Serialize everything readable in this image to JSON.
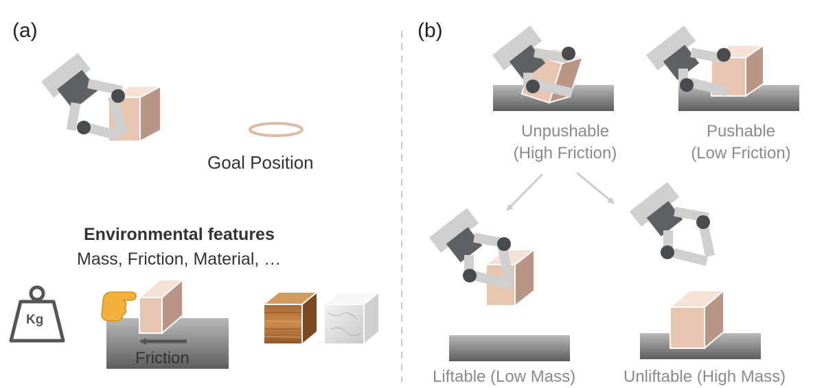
{
  "panel_a": {
    "letter": "(a)",
    "goal_label": "Goal Position",
    "features_title": "Environmental features",
    "features_list": "Mass, Friction, Material, …",
    "kg_label": "Kg",
    "friction_label": "Friction",
    "icons": [
      "gripper-icon",
      "goal-ring-icon",
      "weight-icon",
      "pointing-hand-icon",
      "wood-cube-icon",
      "marble-cube-icon"
    ]
  },
  "panel_b": {
    "letter": "(b)",
    "unpushable": {
      "line1": "Unpushable",
      "line2": "(High Friction)"
    },
    "pushable": {
      "line1": "Pushable",
      "line2": "(Low Friction)"
    },
    "liftable": "Liftable (Low Mass)",
    "unliftable": "Unliftable (High Mass)"
  },
  "colors": {
    "cube_front": "#e8c5b0",
    "cube_side": "#b99585",
    "cube_top": "#f5e2d6",
    "gripper_dark": "#5f6063",
    "gripper_light": "#cfcfcf",
    "ring": "#ddb8a2",
    "divider": "#c8c8c8"
  }
}
